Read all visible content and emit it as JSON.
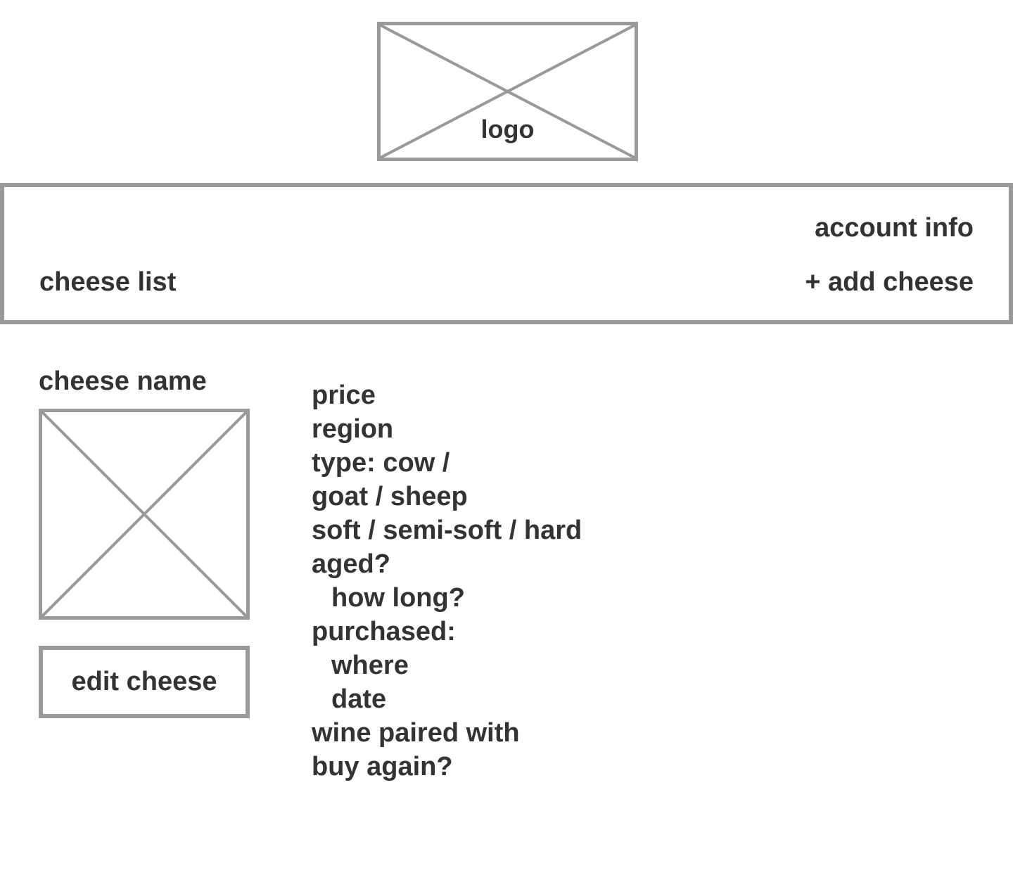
{
  "colors": {
    "wireframe_stroke": "#999999",
    "text": "#333333",
    "background": "#ffffff"
  },
  "header": {
    "logo_label": "logo",
    "logo_icon": "image-placeholder-icon"
  },
  "nav": {
    "account_info": "account info",
    "add_cheese": "+ add cheese",
    "cheese_list": "cheese list"
  },
  "cheese": {
    "name": "cheese name",
    "image_icon": "image-placeholder-icon",
    "edit_button": "edit cheese",
    "details": [
      {
        "text": "price",
        "indent": false
      },
      {
        "text": "region",
        "indent": false
      },
      {
        "text": "type: cow /",
        "indent": false
      },
      {
        "text": "goat / sheep",
        "indent": false
      },
      {
        "text": "soft / semi-soft / hard",
        "indent": false
      },
      {
        "text": "aged?",
        "indent": false
      },
      {
        "text": "how long?",
        "indent": true
      },
      {
        "text": "purchased:",
        "indent": false
      },
      {
        "text": "where",
        "indent": true
      },
      {
        "text": "date",
        "indent": true
      },
      {
        "text": "wine paired with",
        "indent": false
      },
      {
        "text": "buy again?",
        "indent": false
      }
    ]
  }
}
